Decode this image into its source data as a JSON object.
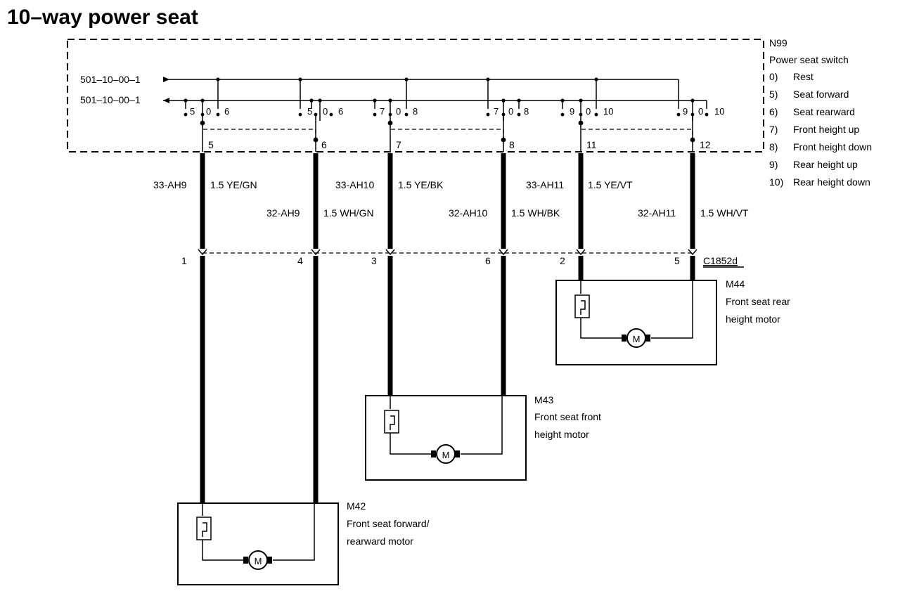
{
  "title": "10–way power seat",
  "switch": {
    "id": "N99",
    "name": "Power seat switch",
    "supply_ref_top": "501–10–00–1",
    "supply_ref_bottom": "501–10–00–1",
    "positions": [
      {
        "num": "0)",
        "label": "Rest"
      },
      {
        "num": "5)",
        "label": "Seat forward"
      },
      {
        "num": "6)",
        "label": "Seat rearward"
      },
      {
        "num": "7)",
        "label": "Front height up"
      },
      {
        "num": "8)",
        "label": "Front height down"
      },
      {
        "num": "9)",
        "label": "Rear height up"
      },
      {
        "num": "10)",
        "label": "Rear height down"
      }
    ],
    "contact_groups": [
      {
        "a": "5",
        "b": "0",
        "c": "6"
      },
      {
        "a": "5",
        "b": "0",
        "c": "6"
      },
      {
        "a": "7",
        "b": "0",
        "c": "8"
      },
      {
        "a": "7",
        "b": "0",
        "c": "8"
      },
      {
        "a": "9",
        "b": "0",
        "c": "10"
      },
      {
        "a": "9",
        "b": "0",
        "c": "10"
      }
    ],
    "pins": [
      "5",
      "6",
      "7",
      "8",
      "11",
      "12"
    ]
  },
  "wires": [
    {
      "circuit": "33-AH9",
      "spec": "1.5 YE/GN"
    },
    {
      "circuit": "32-AH9",
      "spec": "1.5 WH/GN"
    },
    {
      "circuit": "33-AH10",
      "spec": "1.5 YE/BK"
    },
    {
      "circuit": "32-AH10",
      "spec": "1.5 WH/BK"
    },
    {
      "circuit": "33-AH11",
      "spec": "1.5 YE/VT"
    },
    {
      "circuit": "32-AH11",
      "spec": "1.5 WH/VT"
    }
  ],
  "connector": {
    "id": "C1852d",
    "pins": [
      "1",
      "4",
      "3",
      "6",
      "2",
      "5"
    ]
  },
  "motors": [
    {
      "id": "M44",
      "line1": "Front seat rear",
      "line2": "height motor",
      "symbol": "M"
    },
    {
      "id": "M43",
      "line1": "Front seat front",
      "line2": "height motor",
      "symbol": "M"
    },
    {
      "id": "M42",
      "line1": "Front seat forward/",
      "line2": "rearward motor",
      "symbol": "M"
    }
  ]
}
